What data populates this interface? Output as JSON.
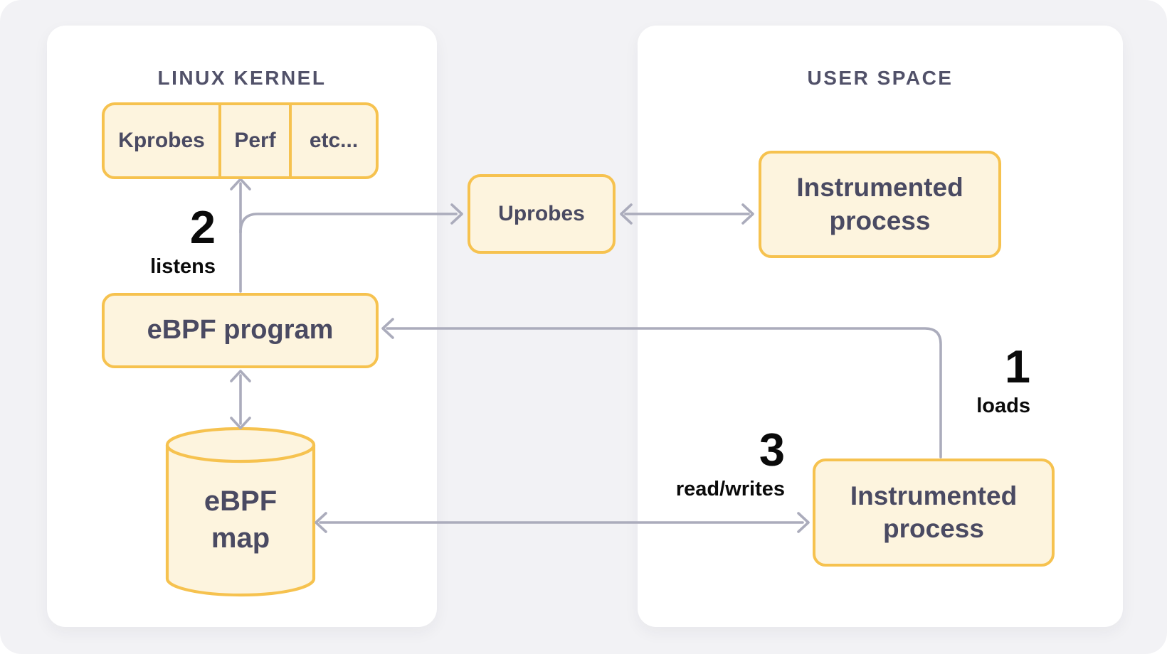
{
  "colors": {
    "bg": "#f2f2f5",
    "panel": "#ffffff",
    "accent-border": "#f6c24f",
    "accent-fill": "#fdf4de",
    "box-text": "#4a4a62",
    "title-text": "#515169",
    "arrow": "#abacbc",
    "label-text": "#0a0a0a"
  },
  "kernel_panel": {
    "title": "LINUX KERNEL",
    "probe_cells": [
      "Kprobes",
      "Perf",
      "etc..."
    ],
    "ebpf_program_label": "eBPF program",
    "ebpf_map_label": "eBPF\nmap"
  },
  "user_panel": {
    "title": "USER SPACE",
    "instrumented_process_top": "Instrumented\nprocess",
    "instrumented_process_bottom": "Instrumented\nprocess"
  },
  "uprobes_label": "Uprobes",
  "steps": {
    "step1": {
      "number": "1",
      "label": "loads"
    },
    "step2": {
      "number": "2",
      "label": "listens"
    },
    "step3": {
      "number": "3",
      "label": "read/writes"
    }
  }
}
